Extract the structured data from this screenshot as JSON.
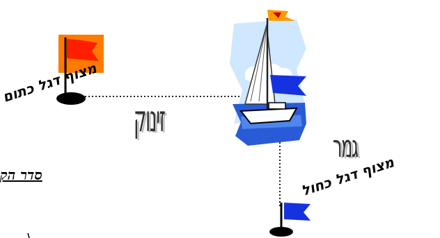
{
  "labels": {
    "orange_buoy": "מצוף דגל כתום",
    "blue_buoy": "מצוף דגל כחול",
    "start": "זינוק",
    "finish": "גמר",
    "order_heading": "סדר הק"
  },
  "colors": {
    "orange_flag": "#ff7a00",
    "red_flag": "#ff2a00",
    "blue_flag": "#1632e0",
    "sky": "#cfe8ff",
    "sea": "#2a5bd7",
    "buoy": "#000000",
    "dotted_line": "#222222"
  }
}
